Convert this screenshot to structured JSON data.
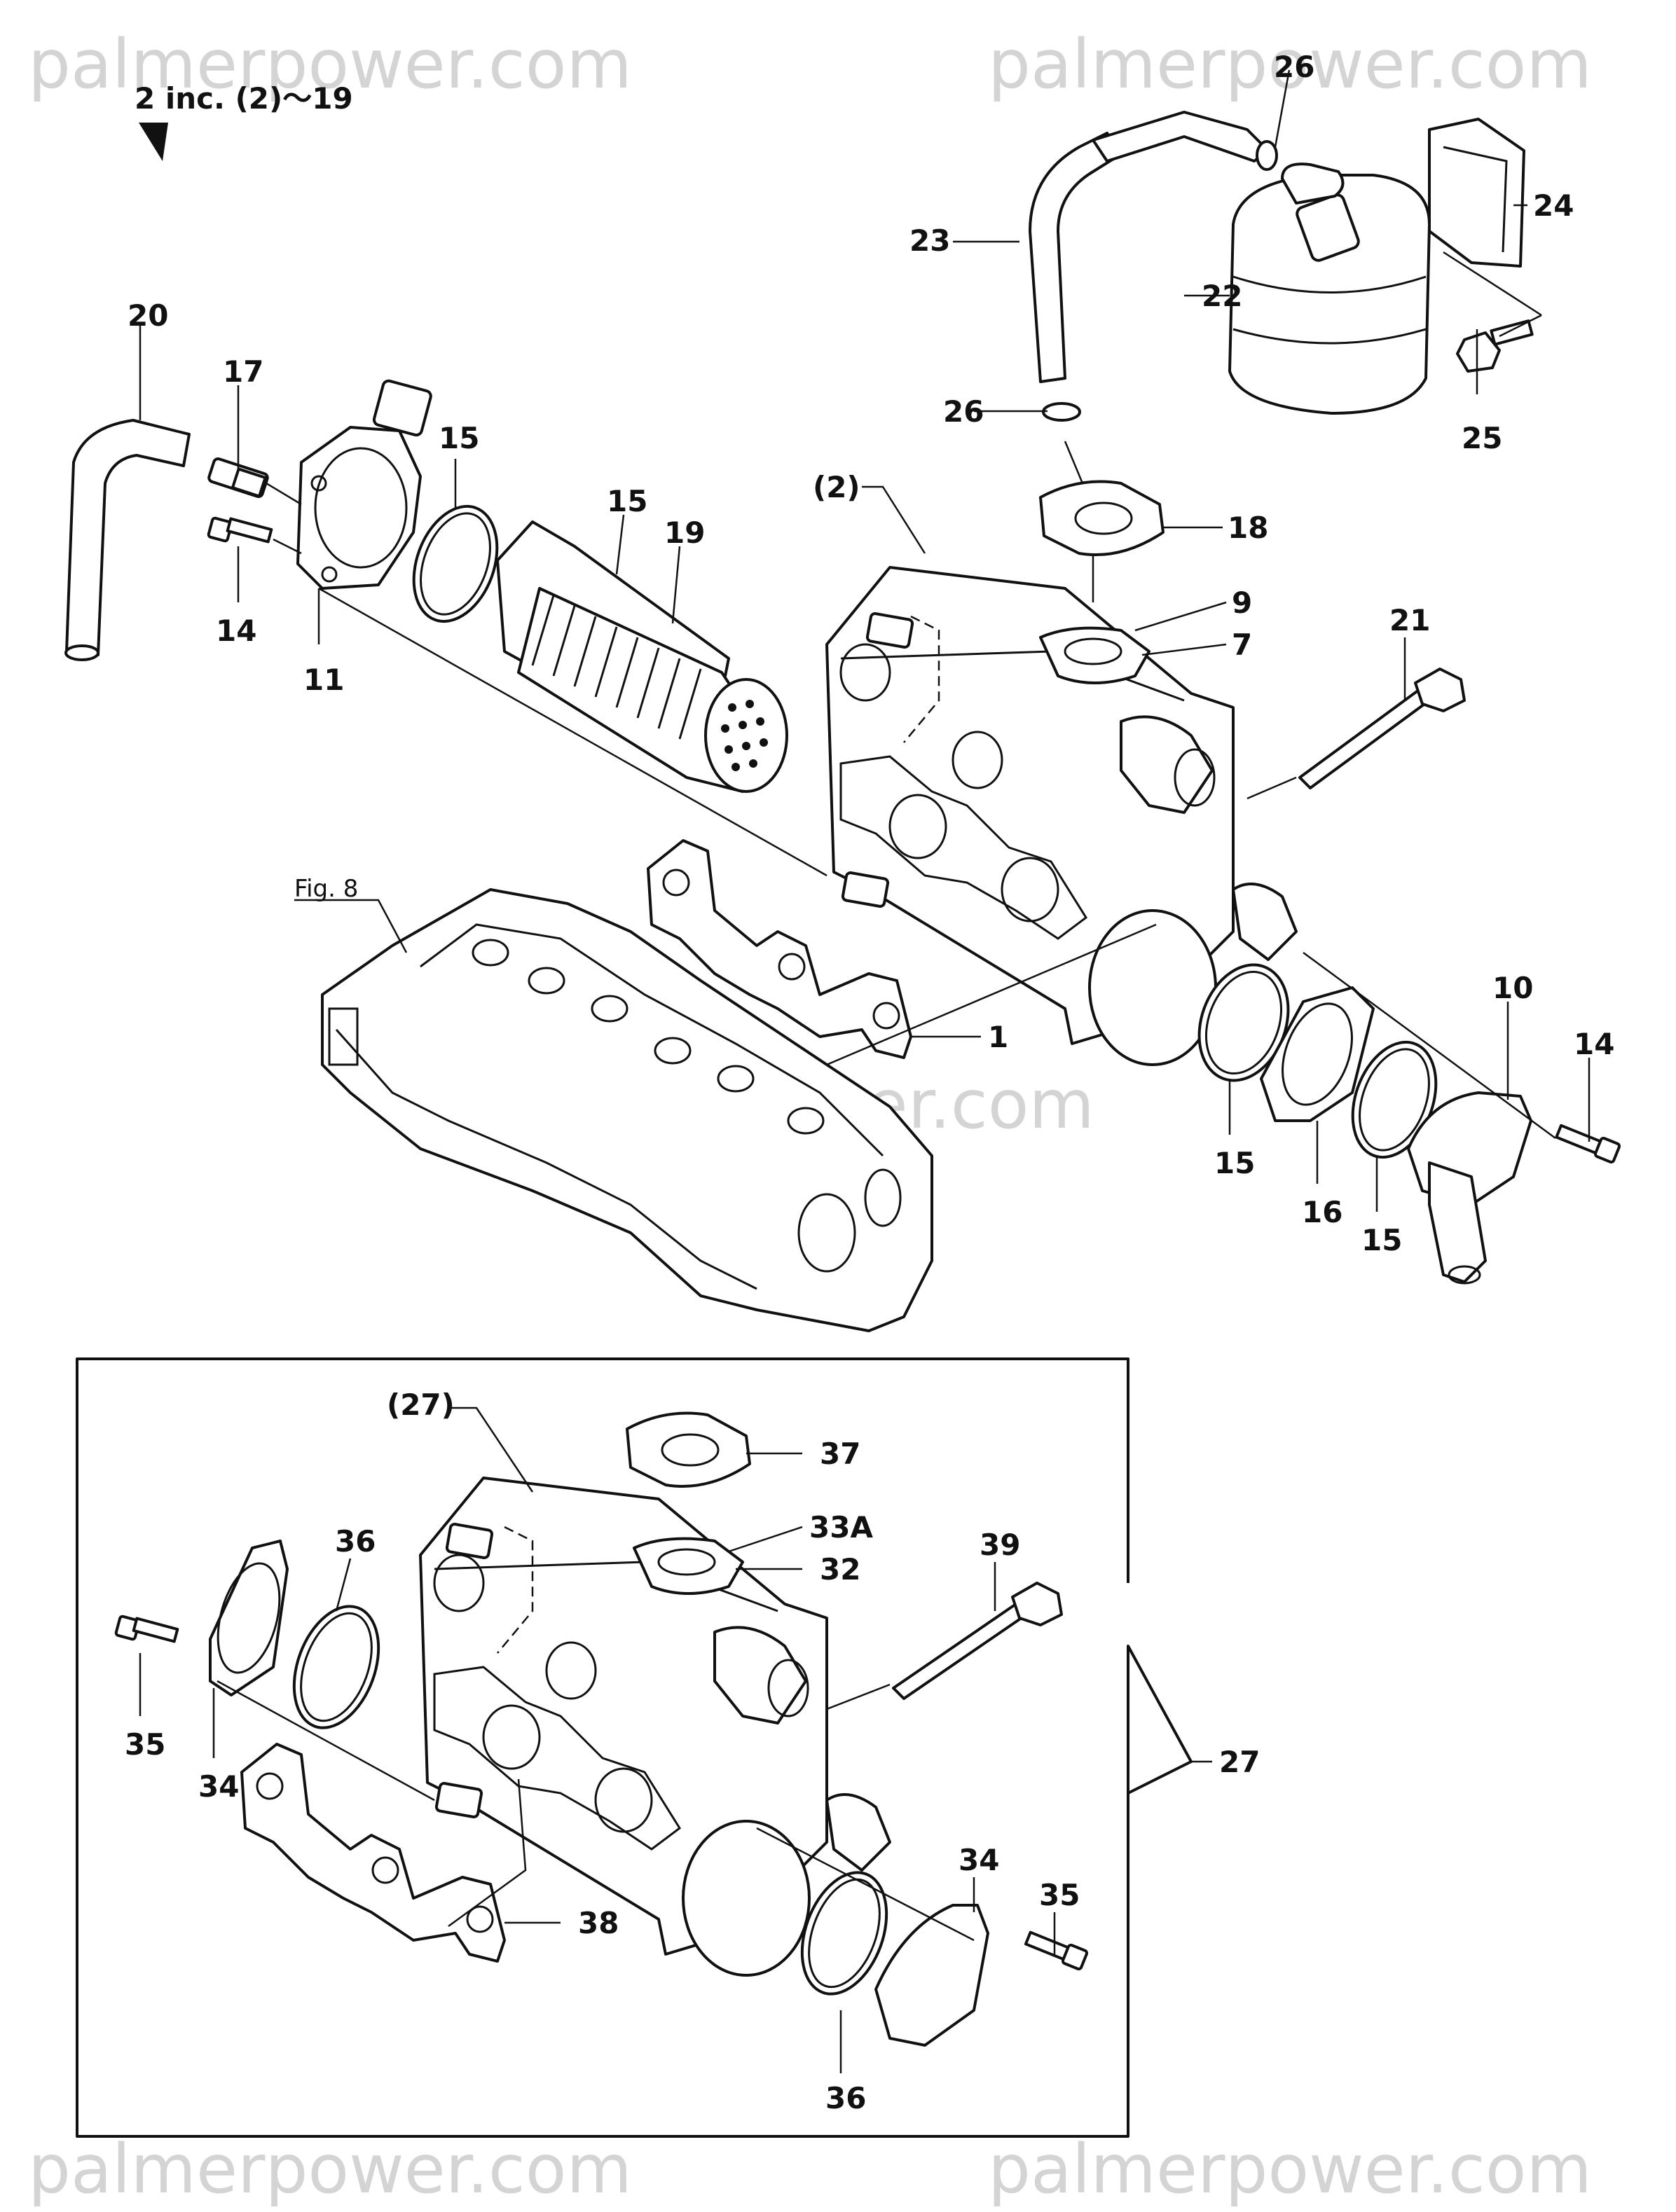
{
  "watermark": "palmerpower.com",
  "header_note": "2 inc. (2)～19",
  "figure_ref": "Fig. 8",
  "labels": {
    "p1": "1",
    "p2": "(2)",
    "p7": "7",
    "p9": "9",
    "p10": "10",
    "p11": "11",
    "p14": "14",
    "p15": "15",
    "p16": "16",
    "p17": "17",
    "p18": "18",
    "p19": "19",
    "p20": "20",
    "p21": "21",
    "p22": "22",
    "p23": "23",
    "p24": "24",
    "p25": "25",
    "p26": "26",
    "p27": "27",
    "p27b": "(27)",
    "p32": "32",
    "p33a": "33A",
    "p34": "34",
    "p35": "35",
    "p36": "36",
    "p37": "37",
    "p38": "38",
    "p39": "39"
  }
}
